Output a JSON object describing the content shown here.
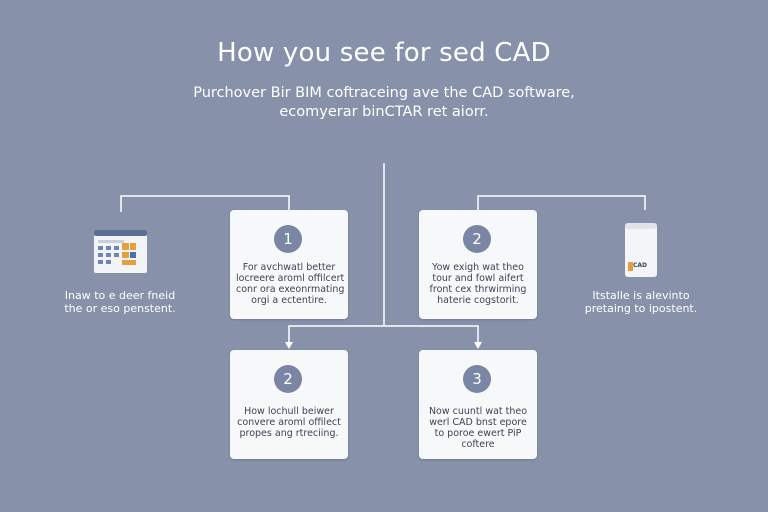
{
  "header": {
    "title": "How you see for sed CAD",
    "subtitle_lines": [
      "Purchover Bir BIM coftraceing ave the CAD software,",
      "ecomyerar binCTAR ret aiorr."
    ]
  },
  "steps": [
    {
      "number": "1",
      "text_lines": [
        "For avchwatl better",
        "locreere aroml offilcert",
        "conr ora exeonrmating",
        "orgi a ectentire."
      ]
    },
    {
      "number": "2",
      "text_lines": [
        "Yow exigh wat theo",
        "tour and fowl aifert",
        "front cex thrwirming",
        "haterie cogstorit."
      ]
    },
    {
      "number": "2",
      "text_lines": [
        "How lochull beiwer",
        "convere aroml offilect",
        "propes ang rtreciing."
      ]
    },
    {
      "number": "3",
      "text_lines": [
        "Now cuuntl wat theo",
        "werl CAD bnst epore",
        "to poroe ewert PiP",
        "coftere"
      ]
    }
  ],
  "side_captions": {
    "left": [
      "Inaw to e deer fneid",
      "the or eso penstent."
    ],
    "right": [
      "Itstalle is alevinto",
      "pretaing to ipostent."
    ],
    "right_device_label": "CAD"
  },
  "colors": {
    "background": "#8792aa",
    "card": "#f7f8fa",
    "badge": "#7a86a3",
    "connector": "#ffffff"
  }
}
